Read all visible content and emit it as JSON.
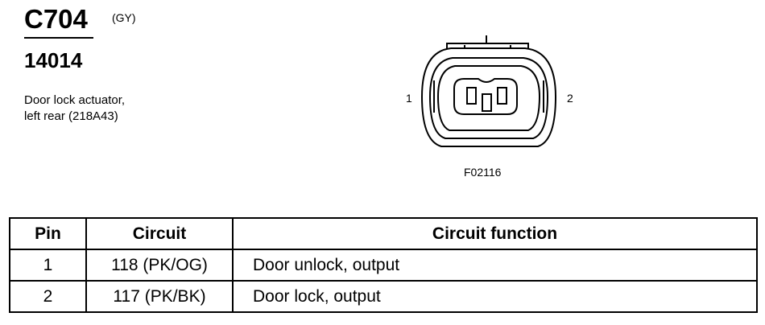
{
  "header": {
    "connector_id": "C704",
    "color_code": "(GY)",
    "part_number": "14014",
    "description_lines": [
      "Door lock actuator,",
      "left rear (218A43)"
    ]
  },
  "figure": {
    "pin_labels": [
      "1",
      "2"
    ],
    "figure_id": "F02116"
  },
  "table": {
    "headers": [
      "Pin",
      "Circuit",
      "Circuit function"
    ],
    "rows": [
      {
        "pin": "1",
        "circuit": "118 (PK/OG)",
        "function": "Door unlock, output"
      },
      {
        "pin": "2",
        "circuit": "117 (PK/BK)",
        "function": "Door lock, output"
      }
    ]
  }
}
